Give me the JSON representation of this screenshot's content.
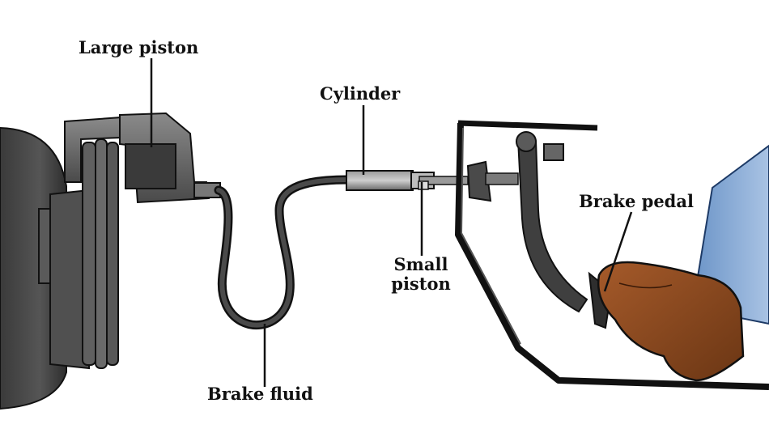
{
  "labels": {
    "large_piston": "Large piston",
    "cylinder": "Cylinder",
    "brake_pedal": "Brake pedal",
    "small_piston_line1": "Small",
    "small_piston_line2": "piston",
    "brake_fluid": "Brake fluid"
  },
  "colors": {
    "outline": "#111111",
    "wheel": "#4a4a4a",
    "caliper": "#6e6e6e",
    "hose": "#2a2a2a",
    "frame": "#222222",
    "boot": "#8a4a22",
    "jeans": "#7fa3cf"
  },
  "icons": [
    "wheel-disc",
    "brake-caliper",
    "brake-hose",
    "master-cylinder",
    "pedal-frame",
    "brake-pedal",
    "boot",
    "leg"
  ]
}
